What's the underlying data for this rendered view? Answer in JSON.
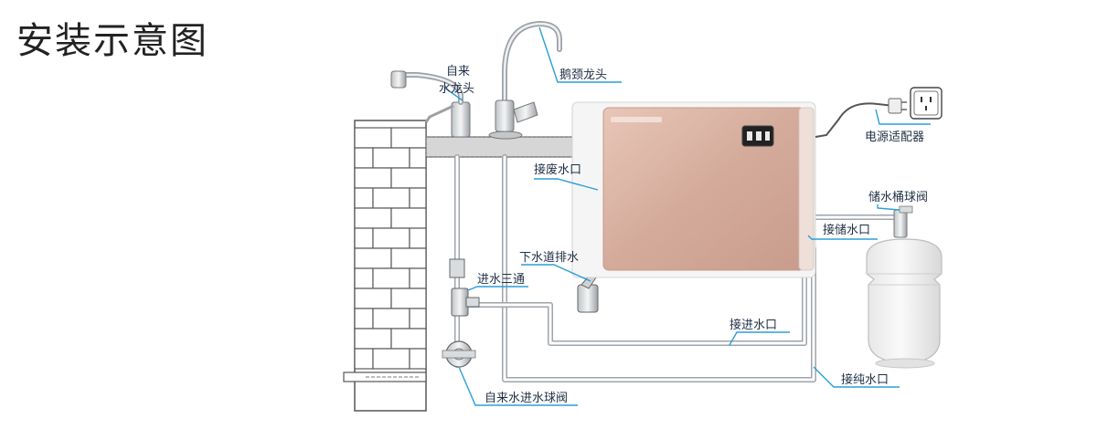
{
  "title": "安装示意图",
  "labels": {
    "tap_top": "自来",
    "tap_bottom": "水龙头",
    "gooseneck": "鹅颈龙头",
    "power": "电源适配器",
    "waste_port": "接废水口",
    "tank_valve": "储水桶球阀",
    "tank_port": "接储水口",
    "drain": "下水道排水",
    "tee": "进水三通",
    "inlet_port": "接进水口",
    "pure_port": "接纯水口",
    "inlet_valve": "自来水进水球阀"
  },
  "colors": {
    "leader": "#2a9fd6",
    "purifier": "#d7b1a2",
    "pipe": "#9ea4aa",
    "tank": "#f2f2f2"
  }
}
